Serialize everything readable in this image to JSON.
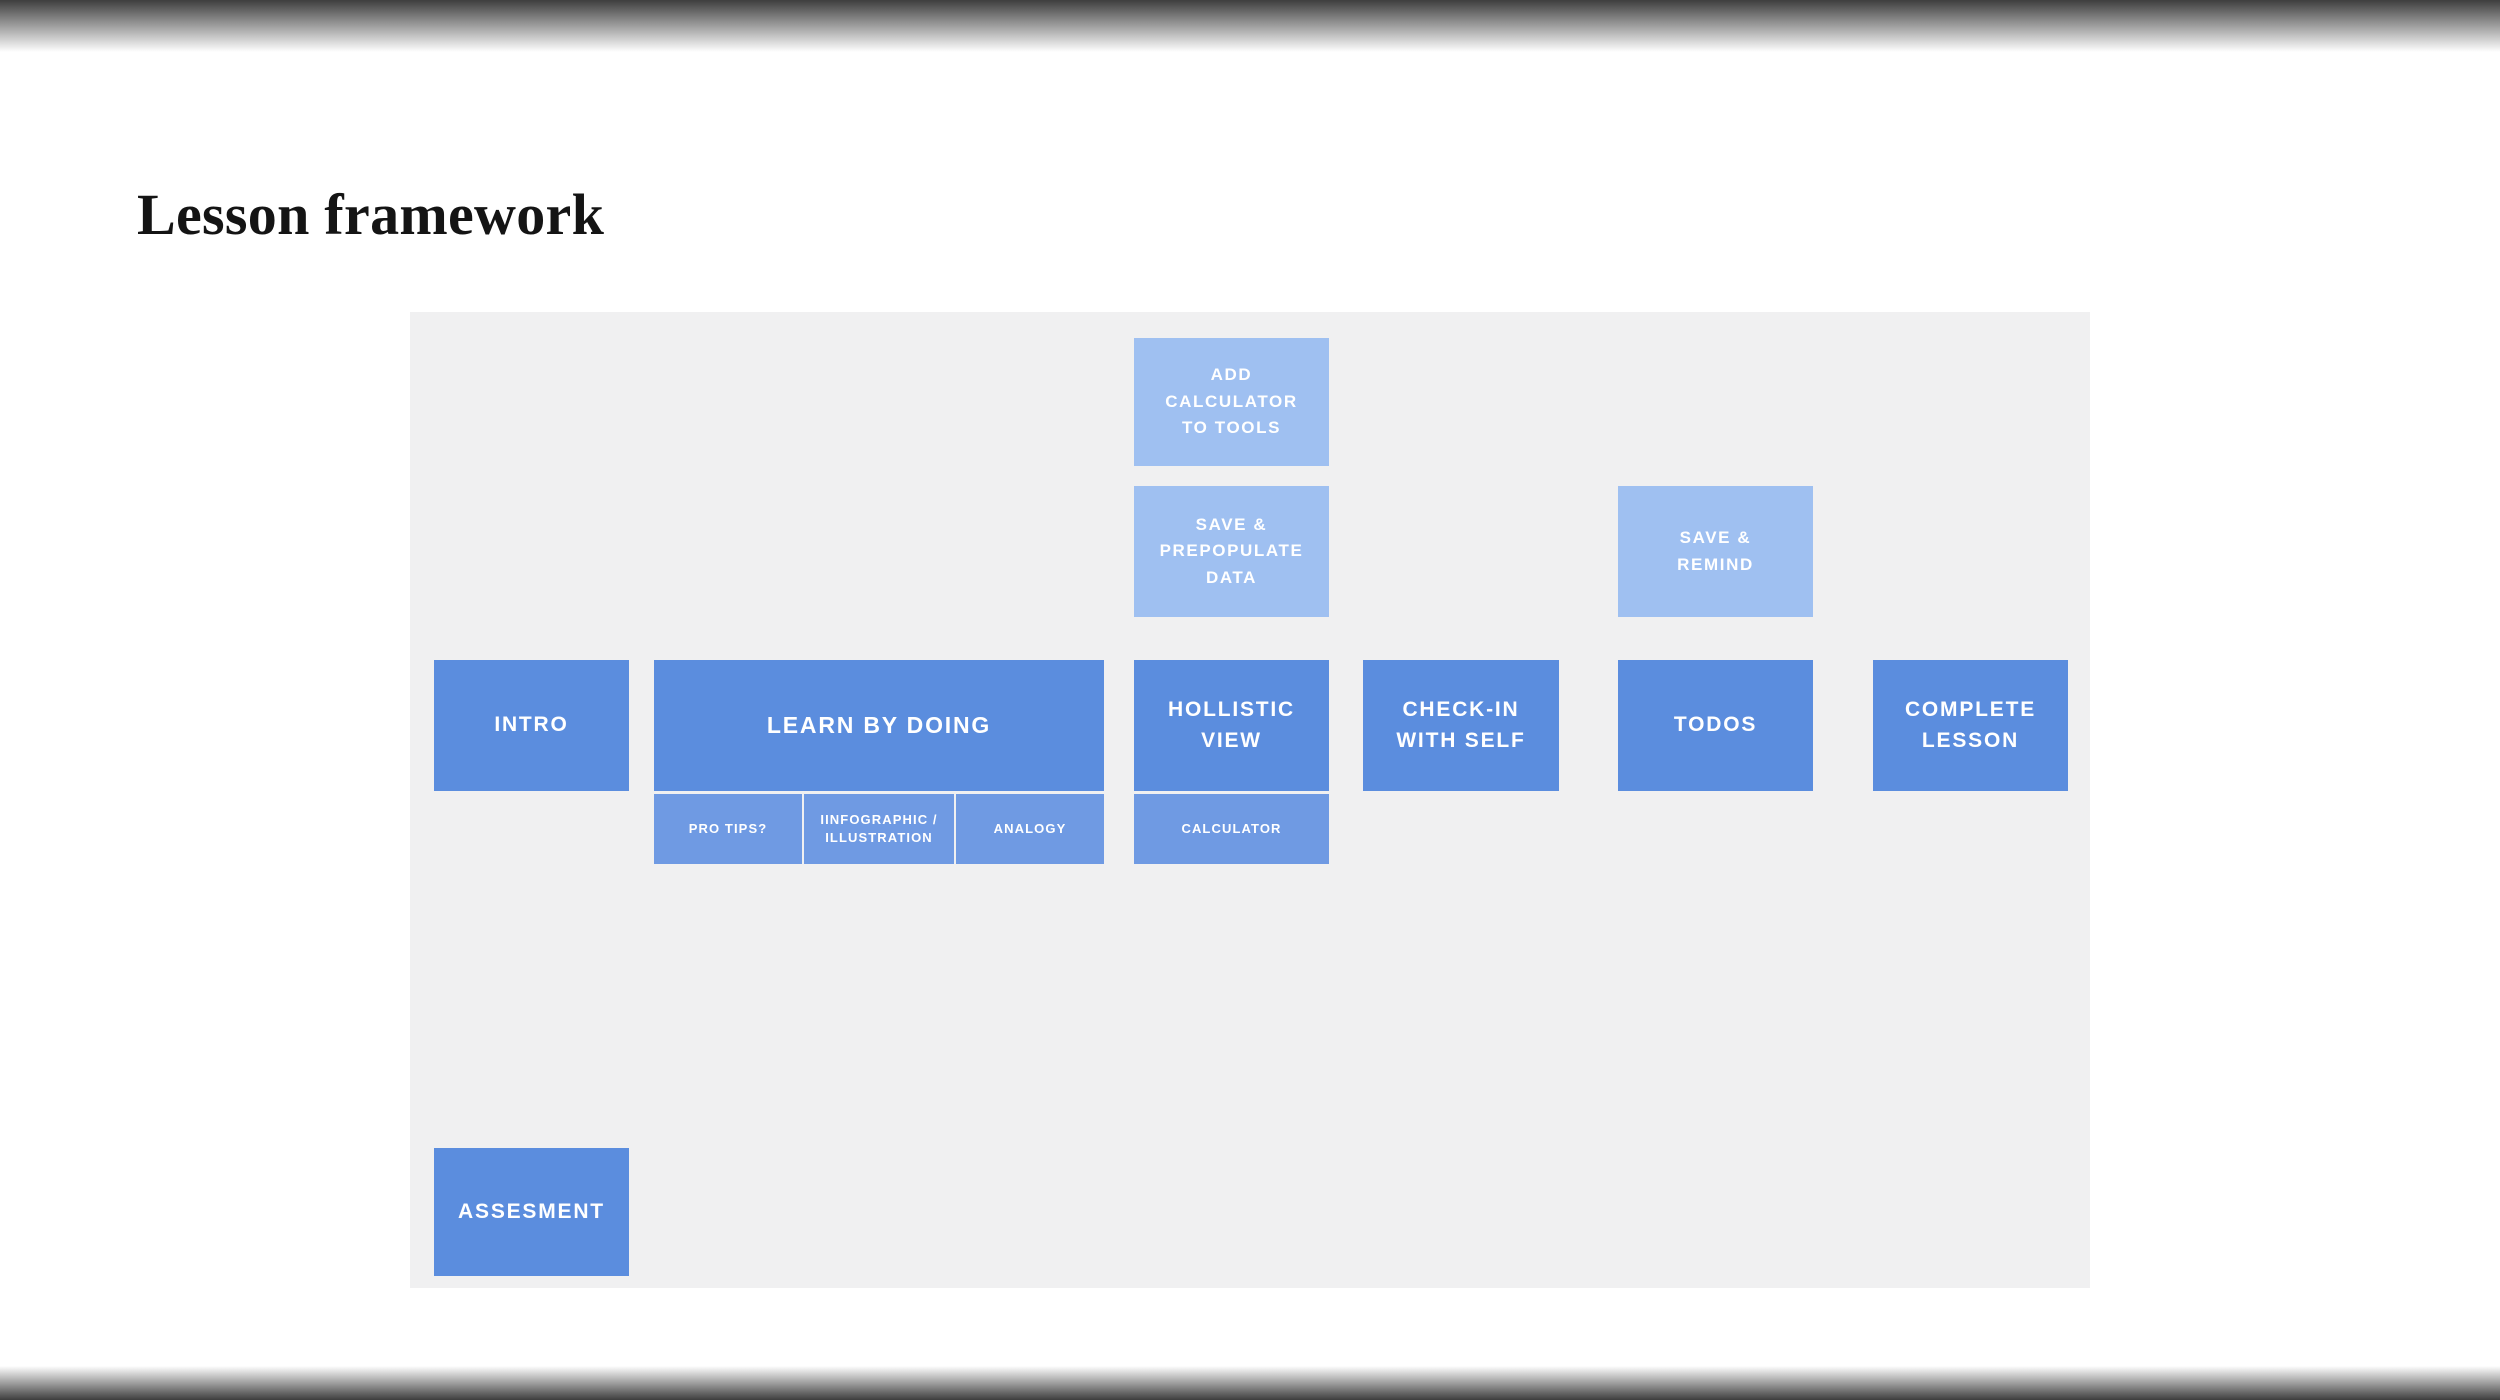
{
  "page": {
    "title": "Lesson framework"
  },
  "colors": {
    "node_primary": "#5b8dde",
    "node_secondary": "#6f9ae3",
    "node_light": "#9fc0f1",
    "canvas_bg": "#f0f0f1"
  },
  "nodes": {
    "add_calculator": {
      "label": "ADD\nCALCULATOR\nTO TOOLS"
    },
    "save_prepopulate": {
      "label": "SAVE &\nPREPOPULATE\nDATA"
    },
    "save_remind": {
      "label": "SAVE &\nREMIND"
    },
    "intro": {
      "label": "INTRO"
    },
    "learn_by_doing": {
      "label": "LEARN BY DOING"
    },
    "hollistic_view": {
      "label": "HOLLISTIC\nVIEW"
    },
    "check_in_with_self": {
      "label": "CHECK-IN\nWITH SELF"
    },
    "todos": {
      "label": "TODOS"
    },
    "complete_lesson": {
      "label": "COMPLETE\nLESSON"
    },
    "pro_tips": {
      "label": "PRO TIPS?"
    },
    "infographic_illustration": {
      "label": "IINFOGRAPHIC /\nILLUSTRATION"
    },
    "analogy": {
      "label": "ANALOGY"
    },
    "calculator": {
      "label": "CALCULATOR"
    },
    "assesment": {
      "label": "ASSESMENT"
    }
  }
}
